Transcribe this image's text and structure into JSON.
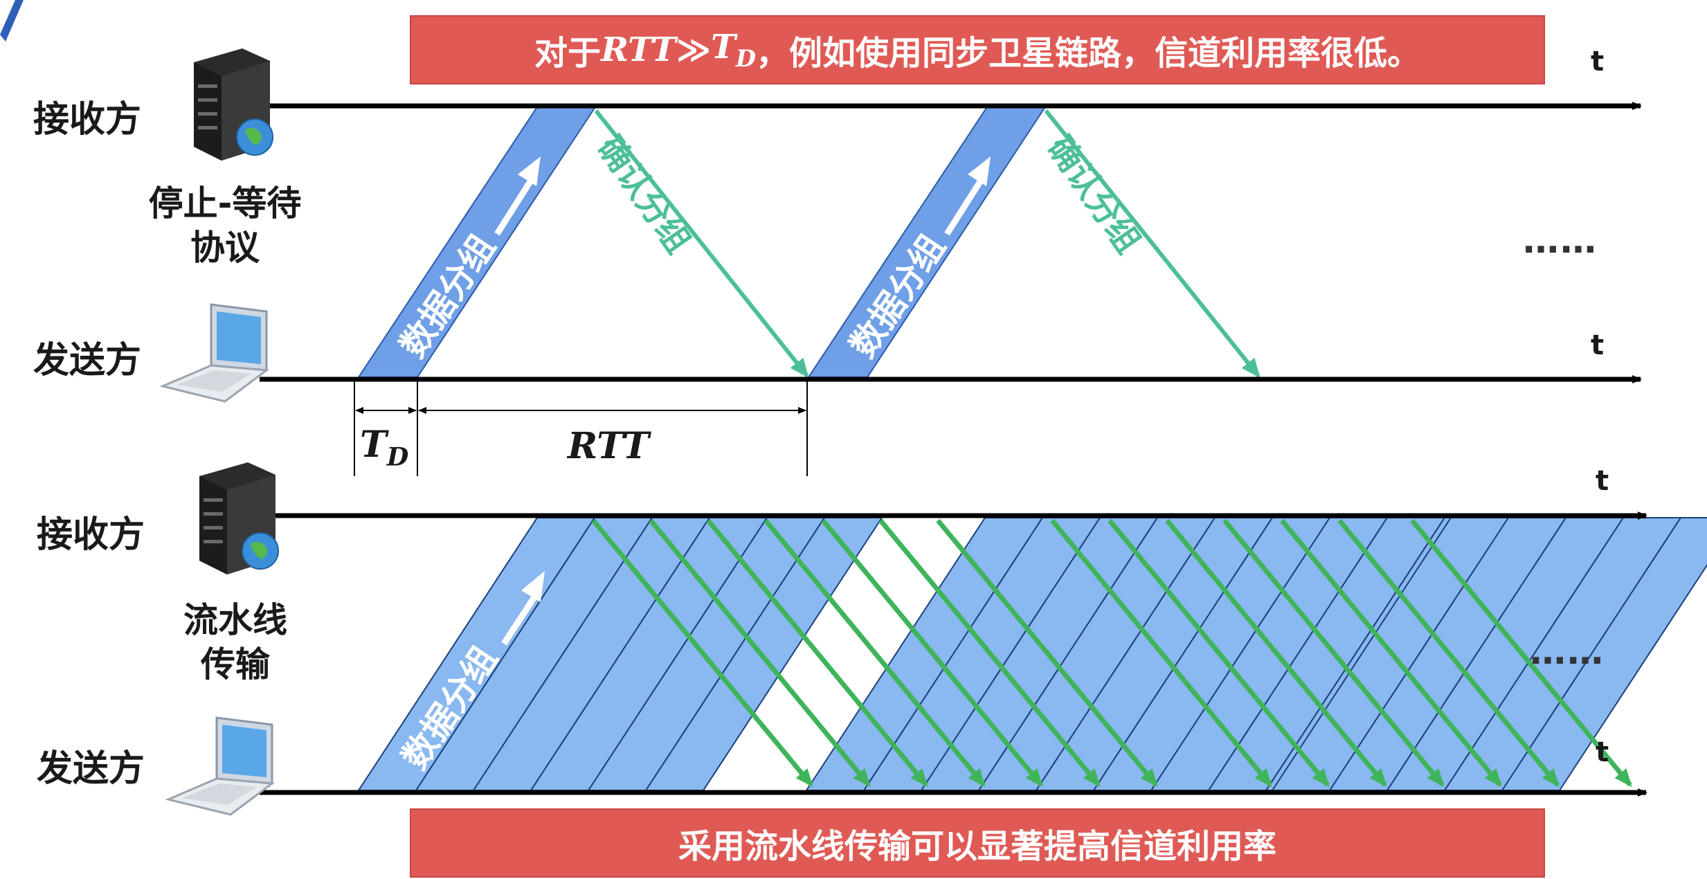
{
  "header": {
    "title_fragment": "回退N帧协议"
  },
  "stop_wait": {
    "receiver_label": "接收方",
    "sender_label": "发送方",
    "protocol_label_line1": "停止-等待",
    "protocol_label_line2": "协议",
    "data_label": "数据分组",
    "ack_label": "确认分组",
    "time_label": "t",
    "td_label": "T",
    "td_sub": "D",
    "rtt_label": "RTT",
    "ellipsis": "……"
  },
  "pipeline": {
    "receiver_label": "接收方",
    "sender_label": "发送方",
    "protocol_label_line1": "流水线",
    "protocol_label_line2": "传输",
    "data_label": "数据分组",
    "time_label": "t",
    "ellipsis": "……"
  },
  "banner_top": {
    "prefix": "对于",
    "rtt": "RTT",
    "relation": " ≫ ",
    "td": "T",
    "td_sub": "D",
    "suffix": "，例如使用同步卫星链路，信道利用率很低。"
  },
  "banner_bottom": {
    "text": "采用流水线传输可以显著提高信道利用率"
  },
  "colors": {
    "data_fill": "#6f9fe6",
    "data_fill_light": "#8ab8f0",
    "ack_green_stopwait": "#4cbf9a",
    "ack_green_pipeline": "#3fb45a",
    "axis": "#000000",
    "banner": "#e05a55"
  }
}
